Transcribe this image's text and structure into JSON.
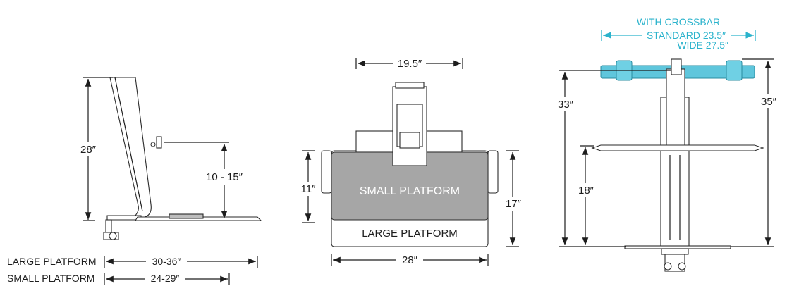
{
  "side_view": {
    "height_total": "28″",
    "height_adjust": "10 - 15″",
    "large_platform_label": "LARGE PLATFORM",
    "large_platform_depth": "30-36″",
    "small_platform_label": "SMALL PLATFORM",
    "small_platform_depth": "24-29″"
  },
  "top_view": {
    "mount_width": "19.5″",
    "small_depth": "11″",
    "large_depth": "17″",
    "small_platform_label": "SMALL PLATFORM",
    "large_platform_label": "LARGE PLATFORM",
    "platform_width": "28″"
  },
  "front_view": {
    "crossbar_title": "WITH CROSSBAR",
    "crossbar_standard": "STANDARD 23.5″",
    "crossbar_wide": "WIDE 27.5″",
    "height_without_crossbar": "33″",
    "height_with_crossbar": "35″",
    "work_surface_height": "18″"
  },
  "colors": {
    "accent": "#2bb3cc",
    "ink": "#1d1d1d",
    "small_platform_fill": "#a6a6a6"
  }
}
